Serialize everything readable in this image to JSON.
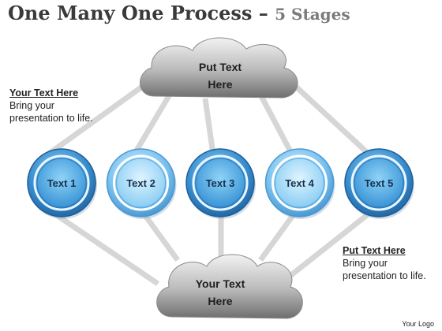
{
  "title": {
    "main": "One Many One Process – ",
    "accent": "5 Stages"
  },
  "top_cloud": {
    "line1": "Put Text",
    "line2": "Here"
  },
  "bottom_cloud": {
    "line1": "Your Text",
    "line2": "Here"
  },
  "stages": [
    {
      "label": "Text 1",
      "tone": "dark"
    },
    {
      "label": "Text 2",
      "tone": "light"
    },
    {
      "label": "Text 3",
      "tone": "dark"
    },
    {
      "label": "Text 4",
      "tone": "light"
    },
    {
      "label": "Text 5",
      "tone": "dark"
    }
  ],
  "note_left": {
    "heading": "Your Text Here",
    "body": "Bring your presentation to life."
  },
  "note_right": {
    "heading": "Put Text Here",
    "body": "Bring your presentation to life."
  },
  "logo": "Your Logo",
  "colors": {
    "dark_ring": "#3a86c8",
    "light_ring": "#79c0ee",
    "connector": "#cfcfcf",
    "cloud": "#8e8e8e"
  }
}
